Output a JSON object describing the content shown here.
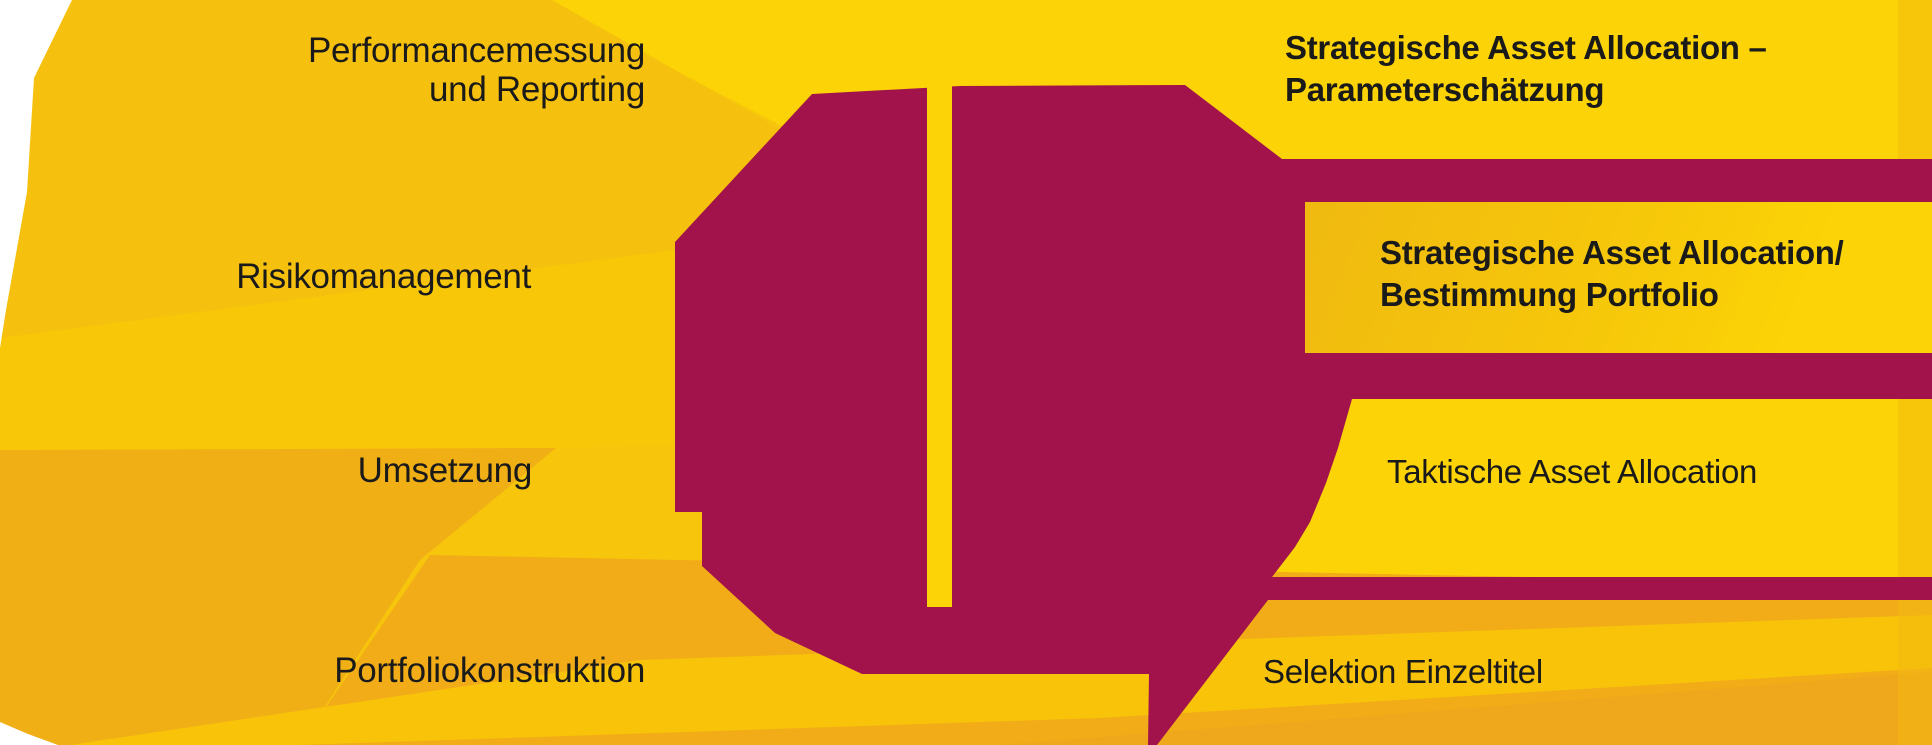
{
  "diagram": {
    "title_hint": "Investment process cycle",
    "colors": {
      "maroon": "#A2134B",
      "yellow_bright": "#FBD306",
      "yellow_base": "#F7C50C",
      "text": "#1A1A1A",
      "background_white": "#FFFFFF"
    },
    "center": {
      "shape": "split-circle",
      "slit_color": "#FBD306"
    },
    "left_labels": [
      {
        "lines": [
          "Performancemessung",
          "und Reporting"
        ]
      },
      {
        "lines": [
          "Risikomanagement"
        ]
      },
      {
        "lines": [
          "Umsetzung"
        ]
      },
      {
        "lines": [
          "Portfoliokonstruktion"
        ]
      }
    ],
    "right_labels": [
      {
        "lines": [
          "Strategische Asset Allocation –",
          "Parameterschätzung"
        ],
        "bold": true,
        "boxed": false
      },
      {
        "lines": [
          "Strategische Asset Allocation/",
          "Bestimmung Portfolio"
        ],
        "bold": true,
        "boxed": true
      },
      {
        "lines": [
          "Taktische Asset Allocation"
        ],
        "bold": false,
        "boxed": false
      },
      {
        "lines": [
          "Selektion Einzeltitel"
        ],
        "bold": false,
        "boxed": false
      }
    ]
  }
}
